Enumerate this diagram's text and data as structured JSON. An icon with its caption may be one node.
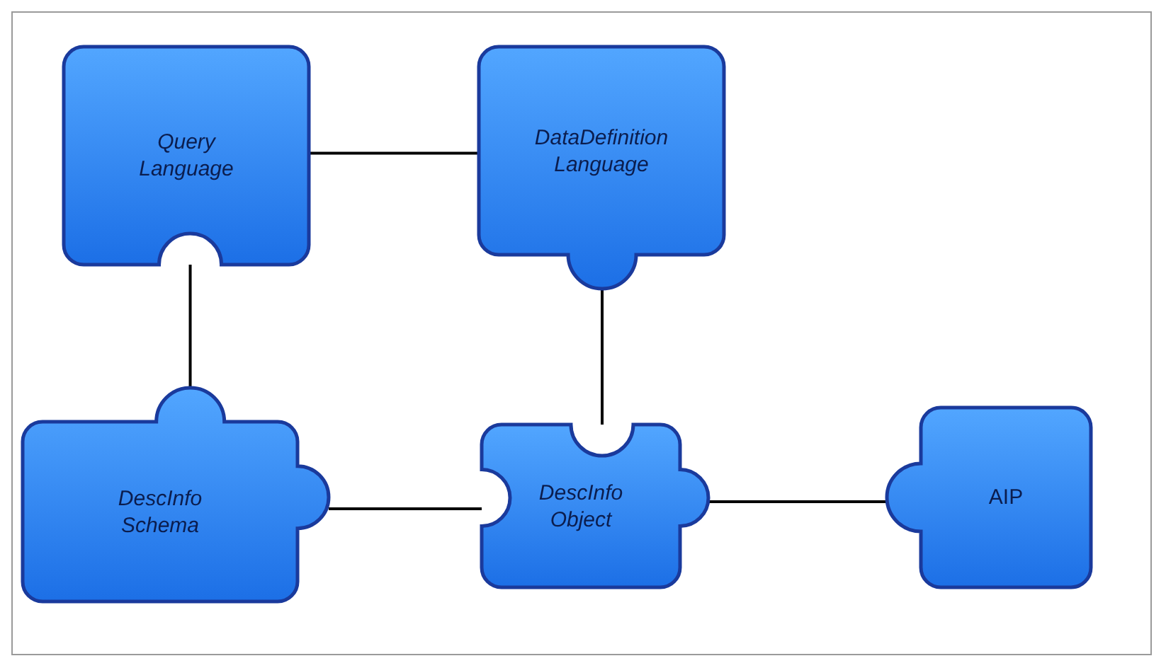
{
  "diagram": {
    "nodes": [
      {
        "text": [
          "Query Language"
        ]
      },
      {
        "text": [
          "DataDefinition Language"
        ]
      },
      {
        "text": [
          "DescInfo Schema"
        ]
      },
      {
        "text": [
          "DescInfo Object"
        ]
      },
      {
        "text": [
          "AIP"
        ]
      }
    ],
    "edges": [
      {
        "from": 0,
        "to": 1,
        "arrow": "none"
      },
      {
        "from": 0,
        "to": 2,
        "arrow": "none"
      },
      {
        "from": 1,
        "to": 3,
        "arrow": "none"
      },
      {
        "from": 2,
        "to": 3,
        "arrow": "none"
      },
      {
        "from": 3,
        "to": 4,
        "arrow": "none"
      }
    ]
  }
}
